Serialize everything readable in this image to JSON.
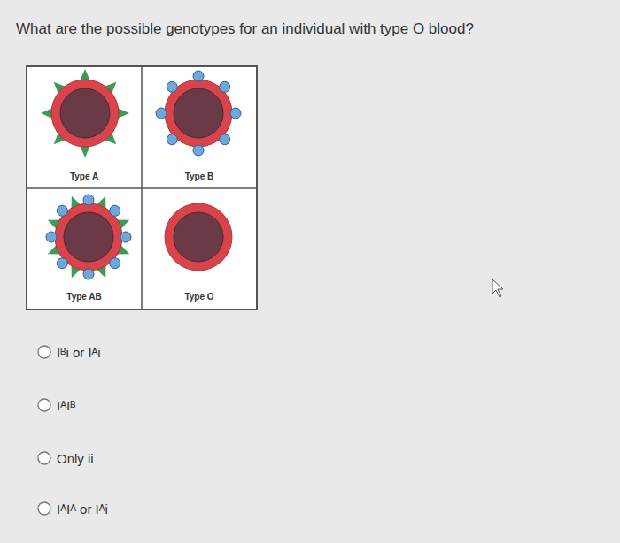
{
  "diagram": {
    "title": "What are the possible genotypes for an individual with type O blood?",
    "nodes": [
      {
        "text": [
          "Type A"
        ]
      },
      {
        "text": [
          "Type B"
        ]
      },
      {
        "text": [
          "Type AB"
        ]
      },
      {
        "text": [
          "Type O"
        ]
      }
    ],
    "labels": [
      "Iᴮi or Iᴬi",
      "IᴬIᴮ",
      "Only ii",
      "IᴬIᴬ or Iᴬi"
    ]
  }
}
